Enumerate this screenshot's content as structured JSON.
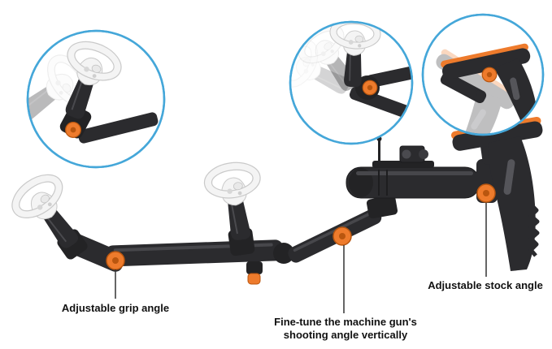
{
  "image": {
    "type": "annotated-product-diagram",
    "subject": "VR machine-gun stock accessory holding two white VR controllers, with three zoom callouts showing adjustable joints"
  },
  "colors": {
    "accent_orange": "#ee7b2c",
    "accent_orange_dark": "#b9560f",
    "callout_blue": "#45a7d9",
    "body_dark": "#2b2b2e",
    "controller_white": "#f4f4f4",
    "controller_shade": "#c9c9c9",
    "label_text": "#111111",
    "leader_line": "#333333",
    "background": "#ffffff"
  },
  "annotations": {
    "grip": {
      "label": "Adjustable grip angle"
    },
    "vertical": {
      "line1": "Fine-tune the machine gun's",
      "line2": "shooting angle vertically"
    },
    "stock": {
      "label": "Adjustable stock angle"
    }
  }
}
